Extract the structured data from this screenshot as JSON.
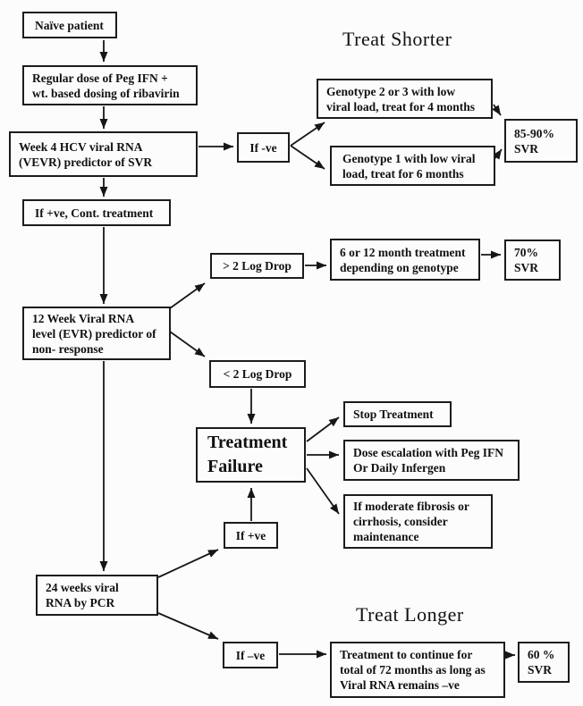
{
  "titles": {
    "shorter": "Treat Shorter",
    "longer": "Treat Longer"
  },
  "nodes": {
    "naive": {
      "label": "Naïve patient"
    },
    "regular_dose": {
      "label": "Regular dose of Peg IFN +\nwt. based dosing of ribavirin"
    },
    "week4": {
      "label": "Week 4 HCV viral RNA\n(VEVR) predictor of SVR"
    },
    "if_neg_top": {
      "label": "If -ve"
    },
    "geno23": {
      "label": "Genotype 2 or 3 with low\nviral load, treat for 4 months"
    },
    "geno1": {
      "label": "Genotype 1 with low viral\nload, treat for 6 months"
    },
    "svr_85_90": {
      "label": "85-90%\nSVR"
    },
    "if_pos_cont": {
      "label": "If +ve, Cont. treatment"
    },
    "gt_2_log": {
      "label": "> 2 Log Drop"
    },
    "month_6_12": {
      "label": "6 or 12 month treatment\ndepending on genotype"
    },
    "svr_70": {
      "label": "70%\nSVR"
    },
    "week12": {
      "label": "12 Week Viral RNA\nlevel (EVR) predictor of\nnon- response"
    },
    "lt_2_log": {
      "label": "< 2 Log Drop"
    },
    "treatment_failure": {
      "label": "Treatment\nFailure"
    },
    "stop_treatment": {
      "label": "Stop Treatment"
    },
    "dose_escalation": {
      "label": "Dose escalation with Peg IFN\nOr Daily Infergen"
    },
    "fibrosis": {
      "label": "If moderate fibrosis or\ncirrhosis, consider\nmaintenance"
    },
    "if_pos_bottom": {
      "label": "If +ve"
    },
    "week24": {
      "label": "24 weeks viral\nRNA by PCR"
    },
    "if_neg_bottom": {
      "label": "If –ve"
    },
    "treat_72": {
      "label": "Treatment to continue for\ntotal of 72 months as long as\nViral RNA remains –ve"
    },
    "svr_60": {
      "label": "60 %\nSVR"
    }
  },
  "edges": [
    {
      "from": "naive",
      "to": "regular_dose"
    },
    {
      "from": "regular_dose",
      "to": "week4"
    },
    {
      "from": "week4",
      "to": "if_neg_top"
    },
    {
      "from": "if_neg_top",
      "to": "geno23"
    },
    {
      "from": "if_neg_top",
      "to": "geno1"
    },
    {
      "from": "geno23",
      "to": "svr_85_90"
    },
    {
      "from": "geno1",
      "to": "svr_85_90"
    },
    {
      "from": "week4",
      "to": "if_pos_cont"
    },
    {
      "from": "if_pos_cont",
      "to": "week12"
    },
    {
      "from": "week12",
      "to": "gt_2_log"
    },
    {
      "from": "gt_2_log",
      "to": "month_6_12"
    },
    {
      "from": "month_6_12",
      "to": "svr_70"
    },
    {
      "from": "week12",
      "to": "lt_2_log"
    },
    {
      "from": "lt_2_log",
      "to": "treatment_failure"
    },
    {
      "from": "treatment_failure",
      "to": "stop_treatment"
    },
    {
      "from": "treatment_failure",
      "to": "dose_escalation"
    },
    {
      "from": "treatment_failure",
      "to": "fibrosis"
    },
    {
      "from": "if_pos_bottom",
      "to": "treatment_failure"
    },
    {
      "from": "week12",
      "to": "week24"
    },
    {
      "from": "week24",
      "to": "if_pos_bottom"
    },
    {
      "from": "week24",
      "to": "if_neg_bottom"
    },
    {
      "from": "if_neg_bottom",
      "to": "treat_72"
    },
    {
      "from": "treat_72",
      "to": "svr_60"
    }
  ],
  "colors": {
    "background": "#fcfcfc",
    "border": "#1c1c1c",
    "text": "#111111"
  }
}
